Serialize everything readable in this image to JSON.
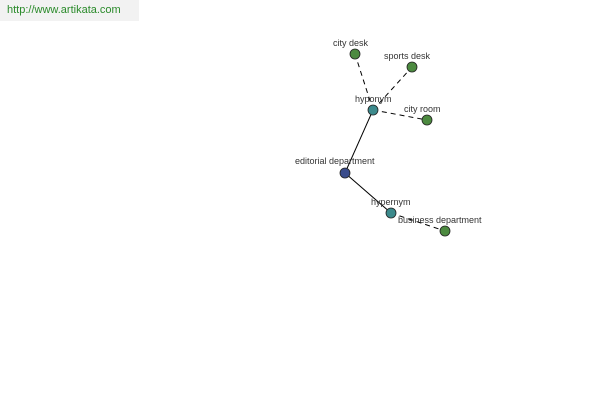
{
  "watermark": {
    "url": "http://www.artikata.com"
  },
  "colors": {
    "root": "#3a4c8c",
    "relation": "#3c8a8c",
    "leaf": "#4c8a40",
    "banner_text": "#2a8a2a"
  },
  "diagram": {
    "nodes": {
      "editorial": {
        "label": "editorial department",
        "kind": "root"
      },
      "hyponym": {
        "label": "hyponym",
        "kind": "relation"
      },
      "hypernym": {
        "label": "hypernym",
        "kind": "relation"
      },
      "city_desk": {
        "label": "city desk",
        "kind": "leaf"
      },
      "sports_desk": {
        "label": "sports desk",
        "kind": "leaf"
      },
      "city_room": {
        "label": "city room",
        "kind": "leaf"
      },
      "business": {
        "label": "business department",
        "kind": "leaf"
      }
    },
    "edges": [
      {
        "from": "editorial",
        "to": "hyponym",
        "style": "solid"
      },
      {
        "from": "editorial",
        "to": "hypernym",
        "style": "solid"
      },
      {
        "from": "hyponym",
        "to": "city_desk",
        "style": "dashed"
      },
      {
        "from": "hyponym",
        "to": "sports_desk",
        "style": "dashed"
      },
      {
        "from": "hyponym",
        "to": "city_room",
        "style": "dashed"
      },
      {
        "from": "hypernym",
        "to": "business",
        "style": "dashed"
      }
    ]
  }
}
